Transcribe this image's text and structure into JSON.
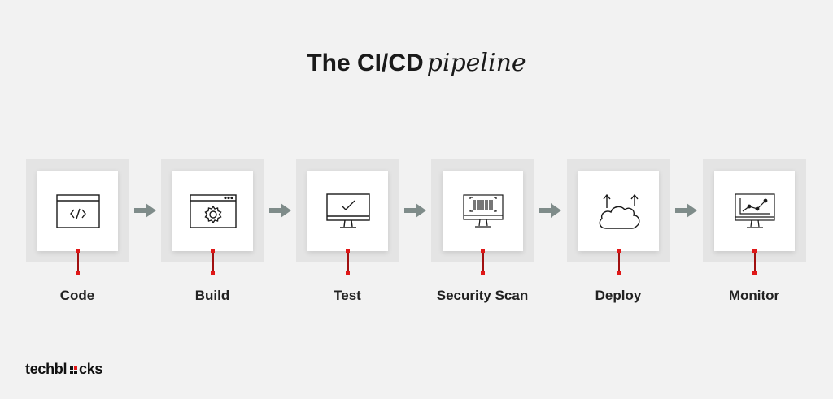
{
  "title": {
    "main": "The CI/CD",
    "emphasis": "pipeline"
  },
  "stages": [
    {
      "label": "Code",
      "icon": "code-window-icon"
    },
    {
      "label": "Build",
      "icon": "gear-window-icon"
    },
    {
      "label": "Test",
      "icon": "monitor-checkmark-icon"
    },
    {
      "label": "Security Scan",
      "icon": "monitor-barcode-icon"
    },
    {
      "label": "Deploy",
      "icon": "cloud-upload-icon"
    },
    {
      "label": "Monitor",
      "icon": "monitor-chart-icon"
    }
  ],
  "colors": {
    "background": "#f2f2f2",
    "stage_bg": "#e4e4e4",
    "card": "#ffffff",
    "arrow": "#7f8c8a",
    "accent": "#e01818"
  },
  "logo": {
    "text": "techblocks"
  }
}
